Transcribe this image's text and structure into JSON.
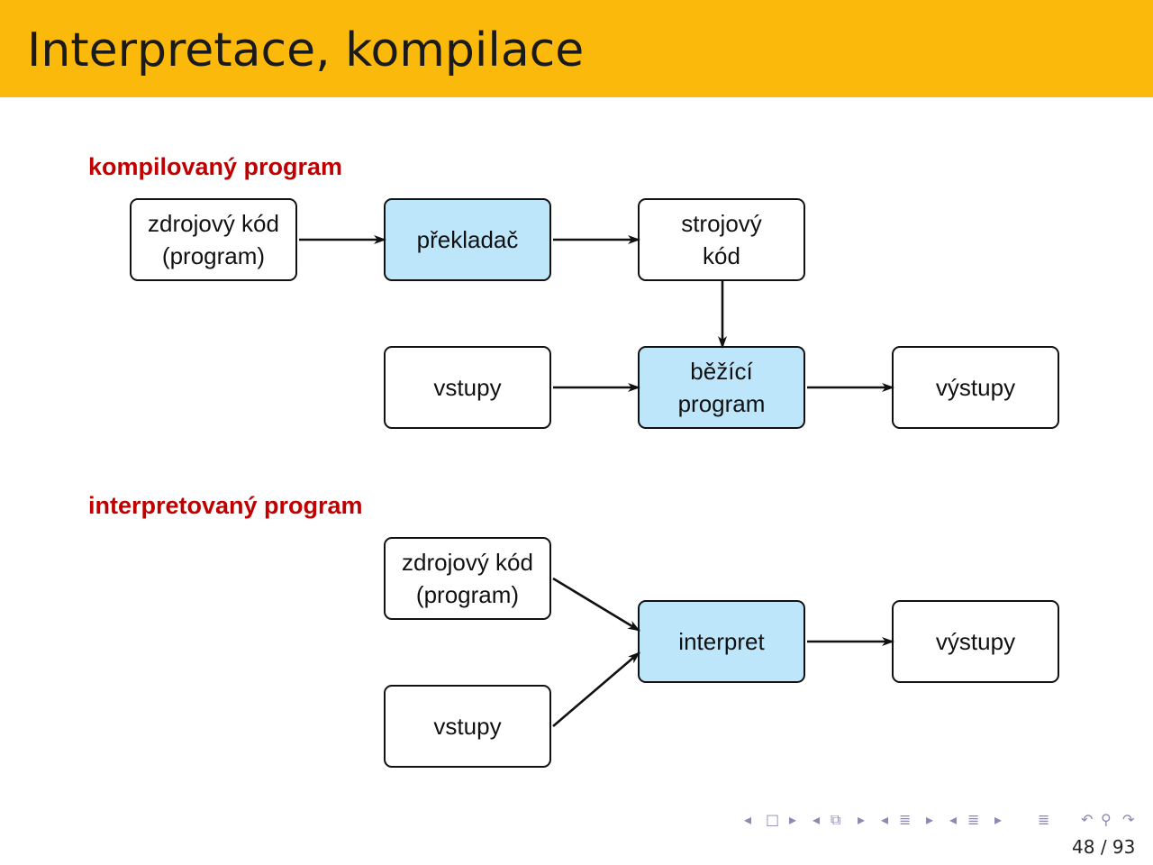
{
  "slide": {
    "title": "Interpretace, kompilace",
    "page_current": "48",
    "page_separator": "/",
    "page_total": "93"
  },
  "compiled": {
    "label": "kompilovaný program",
    "source_line1": "zdrojový kód",
    "source_line2": "(program)",
    "compiler": "překladač",
    "machine_line1": "strojový",
    "machine_line2": "kód",
    "inputs": "vstupy",
    "running_line1": "běžící",
    "running_line2": "program",
    "outputs": "výstupy"
  },
  "interpreted": {
    "label": "interpretovaný program",
    "source_line1": "zdrojový kód",
    "source_line2": "(program)",
    "interpreter": "interpret",
    "inputs": "vstupy",
    "outputs": "výstupy"
  },
  "colors": {
    "title_bar": "#fbba0b",
    "section_label": "#c00000",
    "highlight_box": "#bde6fa"
  },
  "nav_icons": [
    "nav-left-icon",
    "frame-icon",
    "nav-right-icon",
    "section-left-icon",
    "section-icon",
    "section-right-icon",
    "subsection-left-icon",
    "subsection-icon",
    "subsection-right-icon",
    "slide-left-icon",
    "slide-icon",
    "slide-right-icon",
    "toc-icon",
    "undo-icon",
    "search-icon",
    "redo-icon"
  ]
}
